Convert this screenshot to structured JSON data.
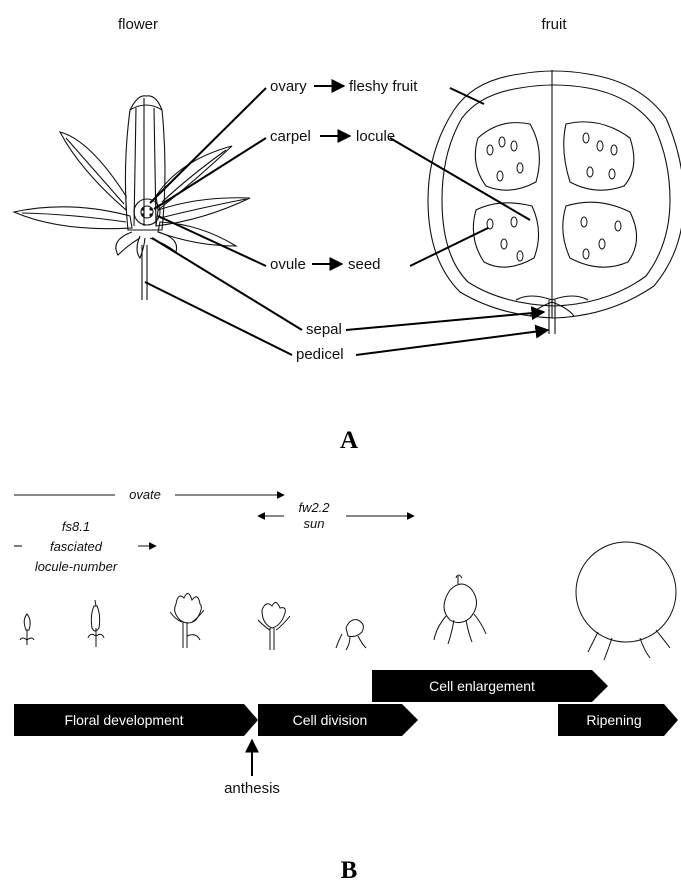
{
  "panel_a": {
    "left_title": "flower",
    "right_title": "fruit",
    "parts": {
      "ovary": "ovary",
      "fleshy_fruit": "fleshy fruit",
      "carpel": "carpel",
      "locule": "locule",
      "ovule": "ovule",
      "seed": "seed",
      "sepal": "sepal",
      "pedicel": "pedicel"
    },
    "panel_label": "A"
  },
  "panel_b": {
    "genes": {
      "ovate": "ovate",
      "fw22": "fw2.2",
      "sun": "sun",
      "fs81": "fs8.1",
      "fasciated": "fasciated",
      "locule_number": "locule-number"
    },
    "stages": {
      "floral": "Floral development",
      "cell_division": "Cell division",
      "cell_enlargement": "Cell enlargement",
      "ripening": "Ripening"
    },
    "anthesis": "anthesis",
    "panel_label": "B"
  }
}
